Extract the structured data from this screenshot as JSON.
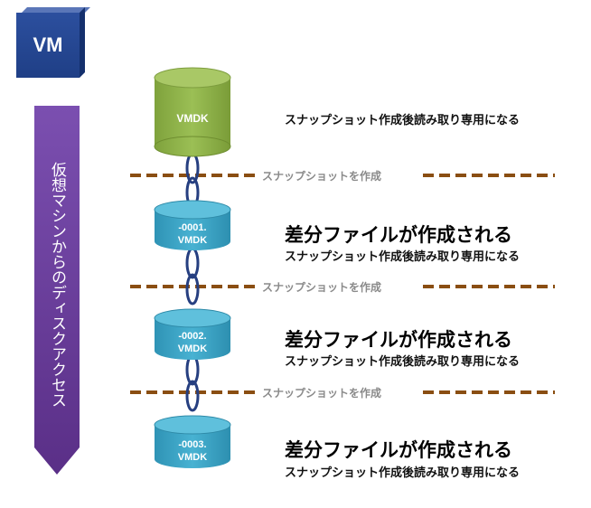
{
  "vm_label": "VM",
  "access_label": "仮想マシンからのディスクアクセス",
  "disks": {
    "base": "VMDK",
    "d1": {
      "line1": "-0001.",
      "line2": "VMDK"
    },
    "d2": {
      "line1": "-0002.",
      "line2": "VMDK"
    },
    "d3": {
      "line1": "-0003.",
      "line2": "VMDK"
    }
  },
  "snapshot_label": "スナップショットを作成",
  "readonly_note": "スナップショット作成後読み取り専用になる",
  "diff_created": "差分ファイルが作成される",
  "colors": {
    "vm_blue": "#2c4f9e",
    "arrow_purple": "#6a3e98",
    "base_disk_green": "#8fb24a",
    "diff_disk_teal": "#3ea7c8",
    "divider_brown": "#8a4e12",
    "chain_navy": "#263f80"
  }
}
